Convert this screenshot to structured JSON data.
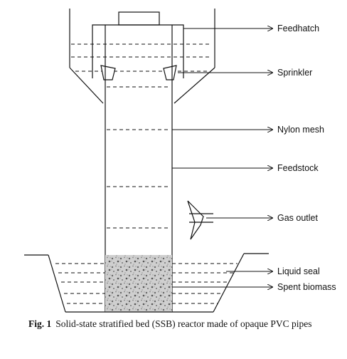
{
  "labels": {
    "feedhatch": "Feedhatch",
    "sprinkler": "Sprinkler",
    "nylon_mesh": "Nylon mesh",
    "feedstock": "Feedstock",
    "gas_outlet": "Gas outlet",
    "liquid_seal": "Liquid seal",
    "spent_biomass": "Spent biomass"
  },
  "caption": {
    "number": "Fig. 1",
    "text": "Solid-state stratified bed (SSB) reactor made of opaque PVC pipes"
  }
}
